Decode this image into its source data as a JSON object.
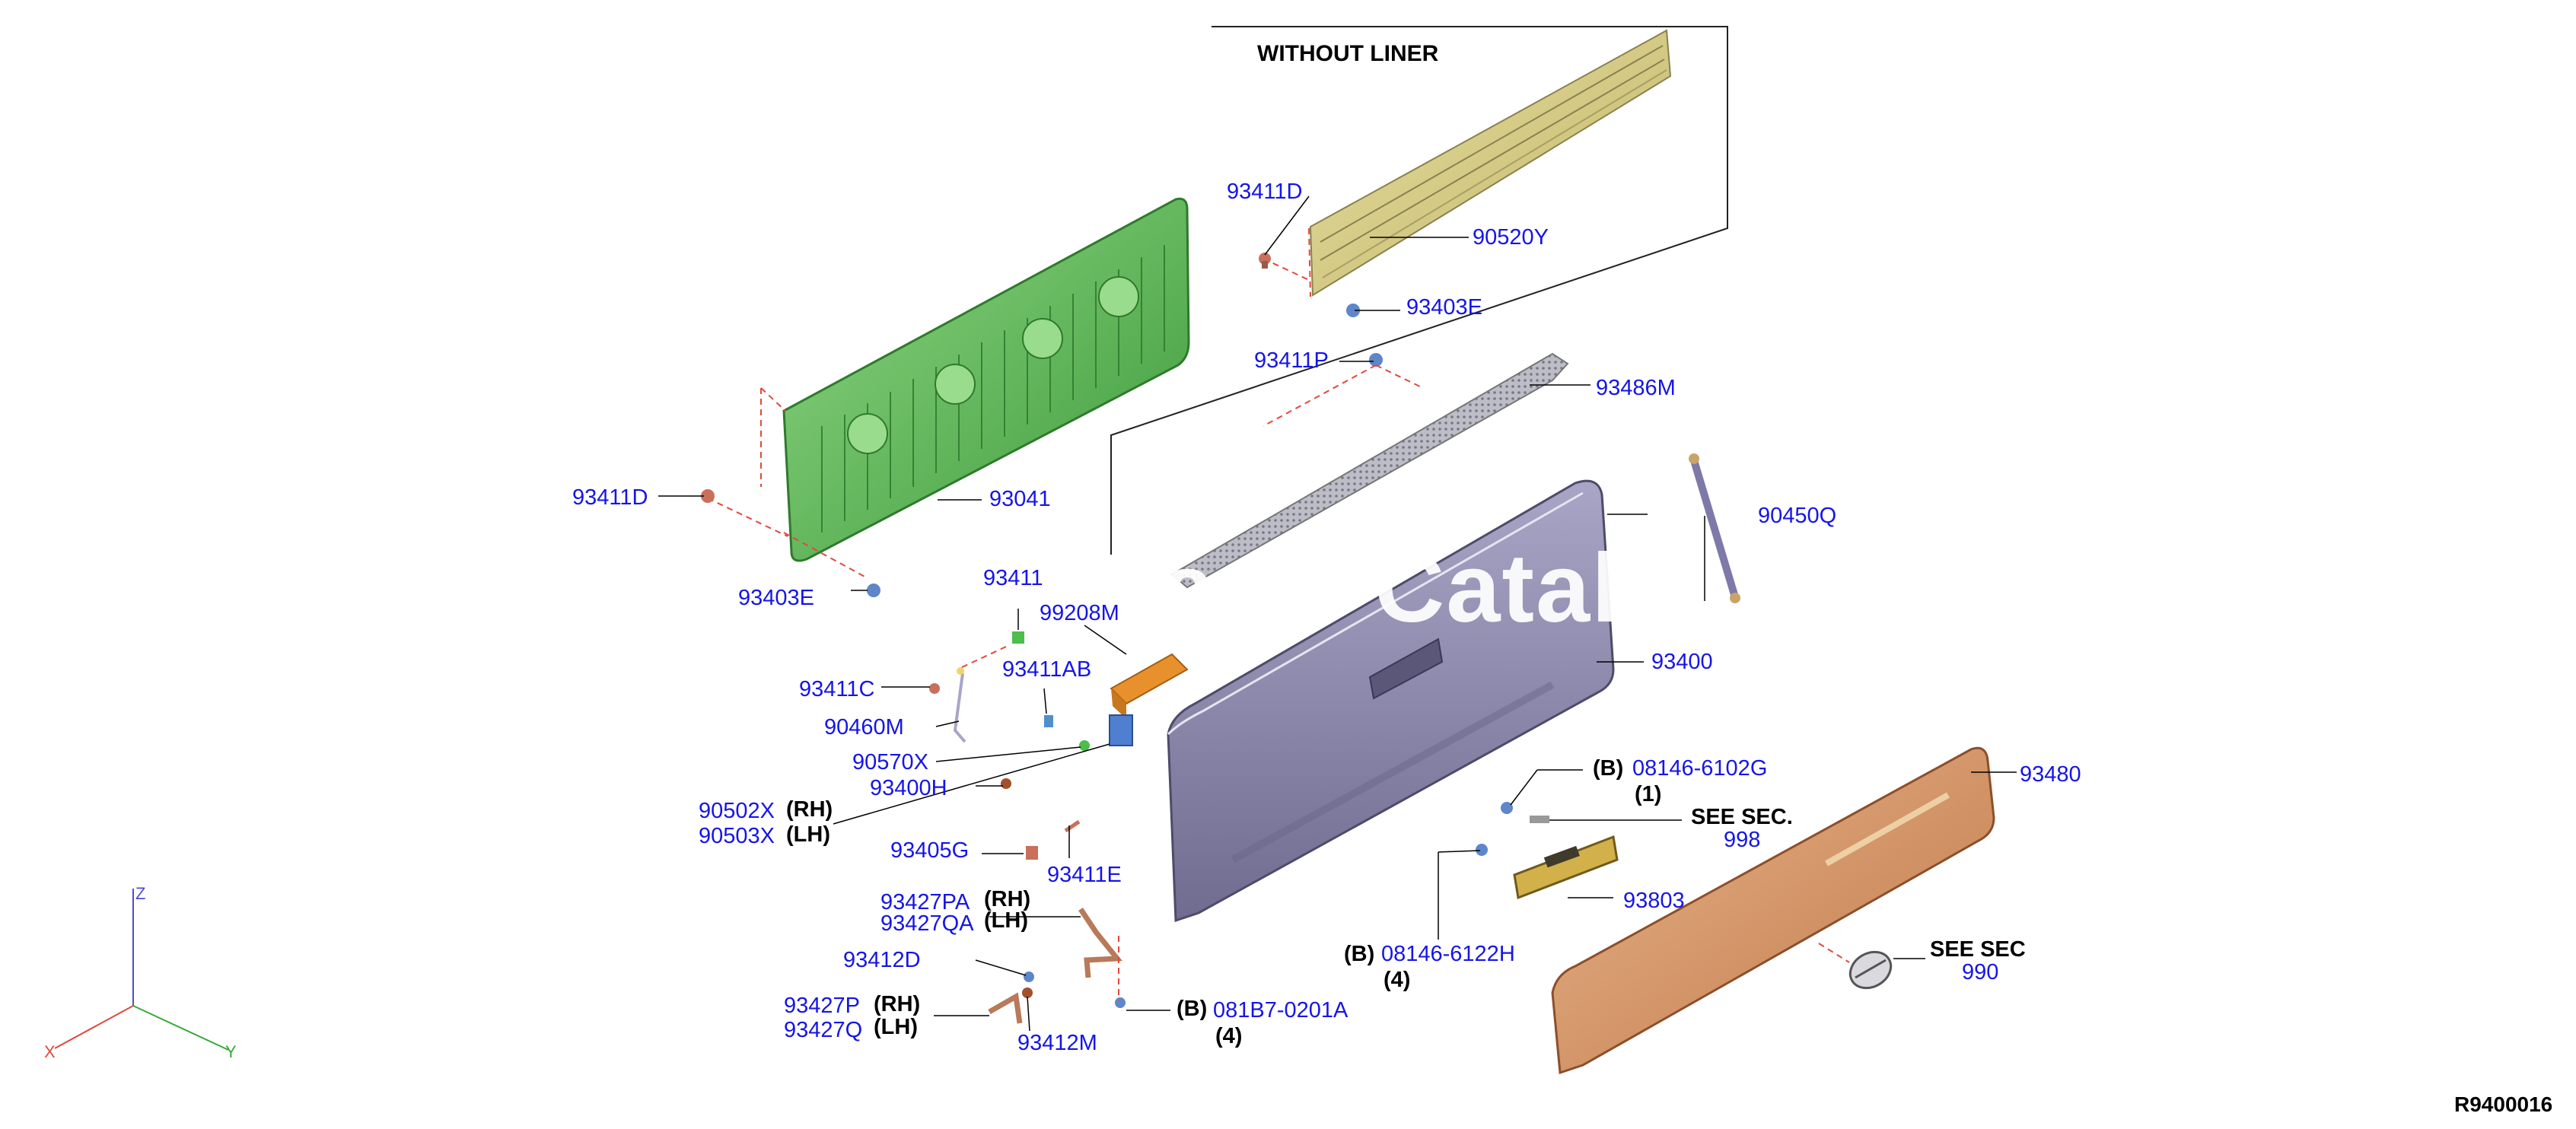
{
  "section_title": "WITHOUT LINER",
  "diagram_id": "R9400016",
  "watermark": "Parts Catal",
  "callouts": {
    "93411D_top": "93411D",
    "90520Y": "90520Y",
    "93403E_top": "93403E",
    "93411P": "93411P",
    "93486M": "93486M",
    "93411D_left": "93411D",
    "93041": "93041",
    "93403E_left": "93403E",
    "93411": "93411",
    "99208M": "99208M",
    "93411C": "93411C",
    "93411AB": "93411AB",
    "90460M": "90460M",
    "90570X": "90570X",
    "93400H": "93400H",
    "90502X": "90502X",
    "90503X": "90503X",
    "93405G": "93405G",
    "93411E": "93411E",
    "93427PA": "93427PA",
    "93427QA": "93427QA",
    "93412D": "93412D",
    "93427P": "93427P",
    "93427Q": "93427Q",
    "93412M": "93412M",
    "081B7-0201A": "081B7-0201A",
    "90450Q": "90450Q",
    "93400": "93400",
    "08146-6102G": "08146-6102G",
    "08146-6122H": "08146-6122H",
    "93803": "93803",
    "93480": "93480",
    "sec_998": "998",
    "sec_990": "990"
  },
  "notes": {
    "rh": "(RH)",
    "lh": "(LH)",
    "b": "(B)",
    "qty1": "(1)",
    "qty4": "(4)",
    "see_sec_dot": "SEE SEC.",
    "see_sec": "SEE SEC"
  },
  "axes": {
    "x": "X",
    "y": "Y",
    "z": "Z"
  },
  "colors": {
    "callout": "#1515e8",
    "liner": "#5cbf57",
    "rail": "#d9cf84",
    "tailgate": "#8a87aa",
    "finisher": "#d89a6a",
    "leader_dash": "#e0493b",
    "label_text": "#000000"
  }
}
